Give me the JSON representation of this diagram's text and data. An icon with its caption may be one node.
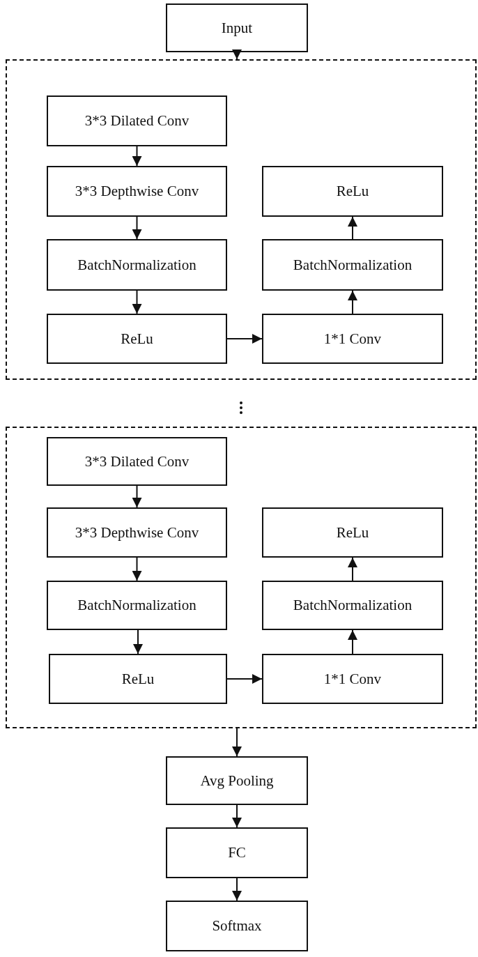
{
  "diagram": {
    "nodes": [
      {
        "text": [
          "Input"
        ]
      },
      {
        "text": [],
        "shape": "box"
      },
      {
        "text": [
          "3*3 Dilated Conv"
        ],
        "in": 1
      },
      {
        "text": [
          "3*3 Depthwise Conv"
        ],
        "in": 1
      },
      {
        "text": [
          "BatchNormalization"
        ],
        "in": 1
      },
      {
        "text": [
          "ReLu"
        ],
        "in": 1
      },
      {
        "text": [
          "1*1 Conv"
        ],
        "in": 1
      },
      {
        "text": [
          "BatchNormalization"
        ],
        "in": 1
      },
      {
        "text": [
          "ReLu"
        ],
        "in": 1
      },
      {
        "text": [],
        "shape": "box"
      },
      {
        "text": [
          "3*3 Dilated Conv"
        ],
        "in": 9
      },
      {
        "text": [
          "3*3 Depthwise Conv"
        ],
        "in": 9
      },
      {
        "text": [
          "BatchNormalization"
        ],
        "in": 9
      },
      {
        "text": [
          "ReLu"
        ],
        "in": 9
      },
      {
        "text": [
          "1*1 Conv"
        ],
        "in": 9
      },
      {
        "text": [
          "BatchNormalization"
        ],
        "in": 9
      },
      {
        "text": [
          "ReLu"
        ],
        "in": 9
      },
      {
        "text": [
          "Avg Pooling"
        ]
      },
      {
        "text": [
          "FC"
        ]
      },
      {
        "text": [
          "Softmax"
        ]
      }
    ],
    "edges": [
      {
        "from": 0,
        "to": 1,
        "arrow": "to"
      },
      {
        "from": 2,
        "to": 3,
        "arrow": "to"
      },
      {
        "from": 3,
        "to": 4,
        "arrow": "to"
      },
      {
        "from": 4,
        "to": 5,
        "arrow": "to"
      },
      {
        "from": 5,
        "to": 6,
        "arrow": "to"
      },
      {
        "from": 6,
        "to": 7,
        "arrow": "to"
      },
      {
        "from": 7,
        "to": 8,
        "arrow": "to"
      },
      {
        "from": 10,
        "to": 11,
        "arrow": "to"
      },
      {
        "from": 11,
        "to": 12,
        "arrow": "to"
      },
      {
        "from": 12,
        "to": 13,
        "arrow": "to"
      },
      {
        "from": 13,
        "to": 14,
        "arrow": "to"
      },
      {
        "from": 14,
        "to": 15,
        "arrow": "to"
      },
      {
        "from": 15,
        "to": 16,
        "arrow": "to"
      },
      {
        "from": 9,
        "to": 17,
        "arrow": "to"
      },
      {
        "from": 17,
        "to": 18,
        "arrow": "to"
      },
      {
        "from": 18,
        "to": 19,
        "arrow": "to"
      }
    ]
  }
}
